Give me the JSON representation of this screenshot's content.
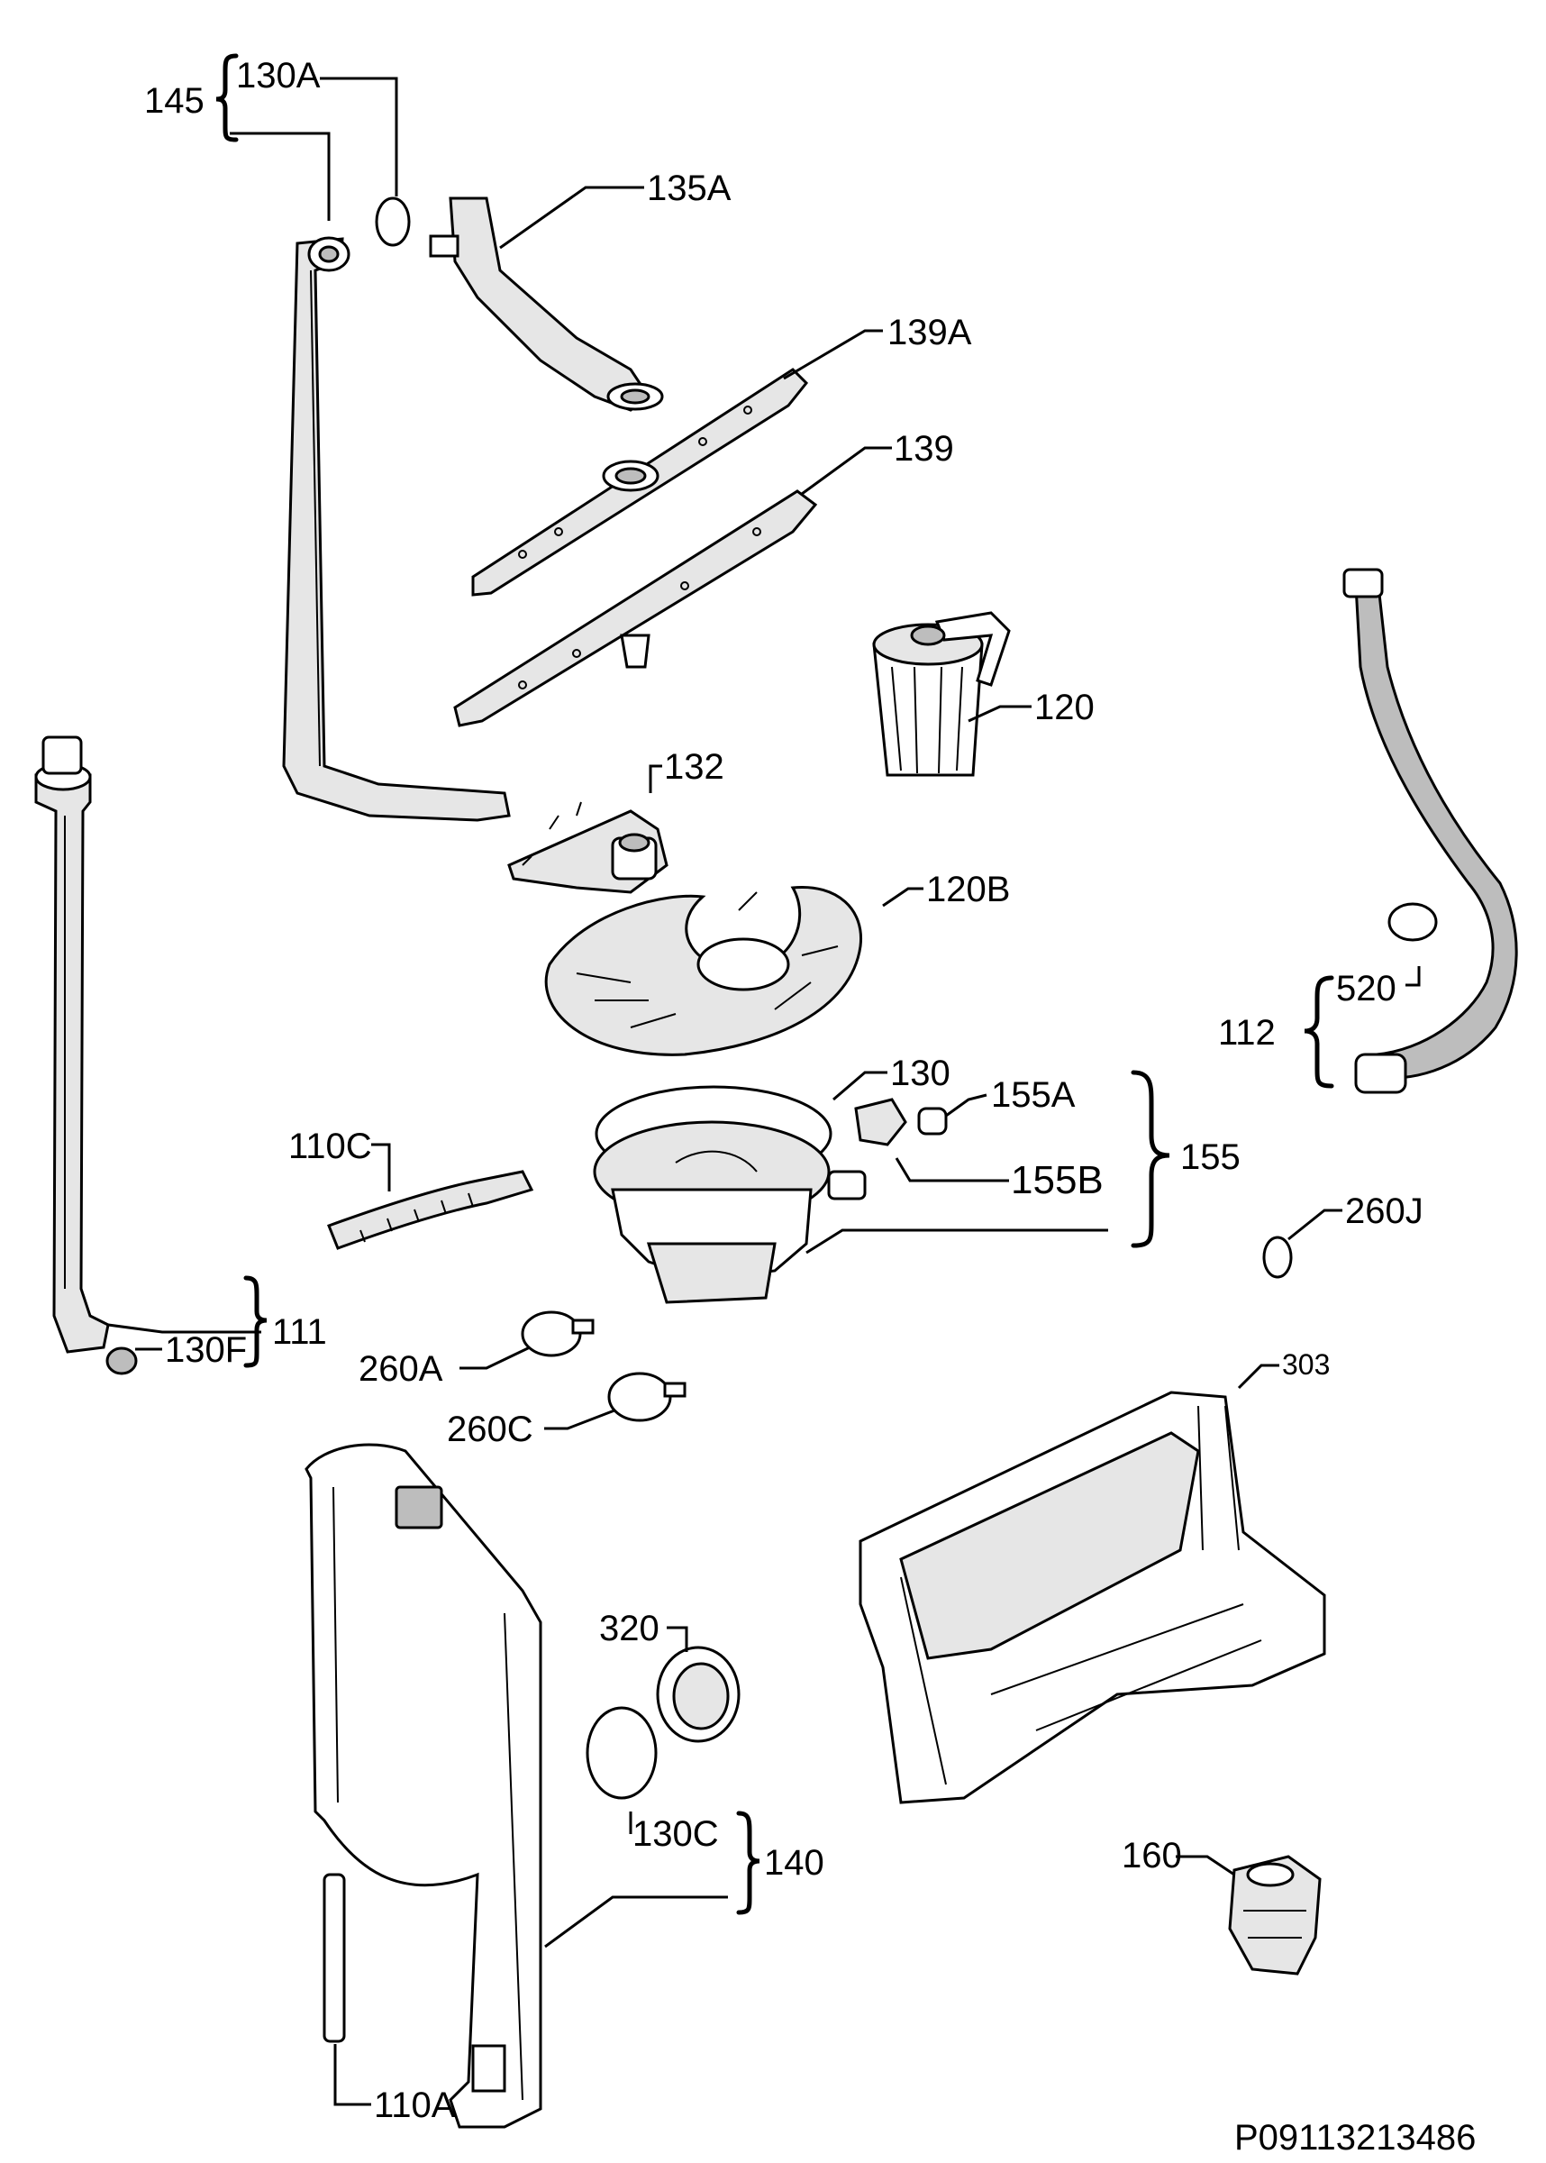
{
  "labels": {
    "l145": "145",
    "l130a": "130A",
    "l135a": "135A",
    "l139a": "139A",
    "l139": "139",
    "l120": "120",
    "l132": "132",
    "l120b": "120B",
    "l520": "520",
    "l112": "112",
    "l130": "130",
    "l155a": "155A",
    "l155b": "155B",
    "l155": "155",
    "l110c": "110C",
    "l260j": "260J",
    "l111": "111",
    "l130f": "130F",
    "l260a": "260A",
    "l260c": "260C",
    "l303": "303",
    "l320": "320",
    "l130c": "130C",
    "l140": "140",
    "l160": "160",
    "l110a": "110A"
  },
  "drawing_code": "P09113213486"
}
